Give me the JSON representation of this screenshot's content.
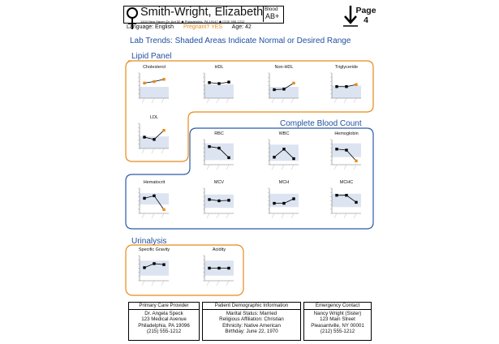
{
  "patient": {
    "name": "Smith-Wright, Elizabeth",
    "address": "1444 New Haven Dr, Apt 50 ◆ Philadelphia, PA 19147 ◆ (215) 555-1212",
    "blood_label": "Blood",
    "blood_type": "AB+",
    "language": "Language: English",
    "pregnant": "Pregnant? YES",
    "age": "Age: 42",
    "sex_icon": "female-symbol-icon"
  },
  "page": {
    "label": "Page",
    "number": "4",
    "icon": "download-arrow-icon"
  },
  "title": "Lab Trends: Shaded Areas Indicate Normal or Desired Range",
  "sections": {
    "lipid": "Lipid Panel",
    "cbc": "Complete Blood Count",
    "urinalysis": "Urinalysis"
  },
  "colors": {
    "accent_blue": "#1f4f9f",
    "orange": "#e88a19",
    "normal_band": "#dde4f1",
    "line": "#000000"
  },
  "chart_data": [
    {
      "id": "cholesterol",
      "type": "line",
      "title": "Cholesterol",
      "ylim": [
        0,
        100
      ],
      "normal_range": [
        0,
        45
      ],
      "values": [
        60,
        66,
        75
      ],
      "point_colors": [
        "orange",
        "orange",
        "orange"
      ],
      "yticks": [
        "",
        "",
        "",
        "",
        "",
        "",
        ""
      ],
      "xticks": [
        "",
        "",
        ""
      ]
    },
    {
      "id": "hdl",
      "type": "line",
      "title": "HDL",
      "ylim": [
        0,
        100
      ],
      "normal_range": [
        0,
        55
      ],
      "values": [
        62,
        58,
        64
      ],
      "point_colors": [
        "black",
        "black",
        "black"
      ],
      "yticks": [
        "",
        "",
        "",
        "",
        "",
        "",
        ""
      ],
      "xticks": [
        "",
        "",
        ""
      ]
    },
    {
      "id": "non_hdl",
      "type": "line",
      "title": "Non-HDL",
      "ylim": [
        0,
        100
      ],
      "normal_range": [
        0,
        45
      ],
      "values": [
        34,
        36,
        60
      ],
      "point_colors": [
        "black",
        "black",
        "orange"
      ],
      "yticks": [
        "",
        "",
        "",
        "",
        "",
        "",
        ""
      ],
      "xticks": [
        "",
        "",
        ""
      ]
    },
    {
      "id": "triglyceride",
      "type": "line",
      "title": "Triglyceride",
      "ylim": [
        0,
        100
      ],
      "normal_range": [
        0,
        50
      ],
      "values": [
        46,
        46,
        54
      ],
      "point_colors": [
        "black",
        "black",
        "orange"
      ],
      "yticks": [
        "",
        "",
        "",
        "",
        "",
        "",
        ""
      ],
      "xticks": [
        "",
        "",
        ""
      ]
    },
    {
      "id": "ldl",
      "type": "line",
      "title": "LDL",
      "ylim": [
        0,
        100
      ],
      "normal_range": [
        0,
        48
      ],
      "values": [
        45,
        36,
        72
      ],
      "point_colors": [
        "black",
        "black",
        "orange"
      ],
      "yticks": [
        "",
        "",
        "",
        "",
        "",
        "",
        ""
      ],
      "xticks": [
        "",
        "",
        ""
      ]
    },
    {
      "id": "rbc",
      "type": "line",
      "title": "RBC",
      "ylim": [
        0,
        100
      ],
      "normal_range": [
        18,
        85
      ],
      "values": [
        72,
        66,
        28
      ],
      "point_colors": [
        "black",
        "black",
        "black"
      ],
      "yticks": [
        "",
        "",
        "",
        "",
        "",
        "",
        ""
      ],
      "xticks": [
        "",
        "",
        ""
      ]
    },
    {
      "id": "wbc",
      "type": "line",
      "title": "WBC",
      "ylim": [
        0,
        100
      ],
      "normal_range": [
        15,
        80
      ],
      "values": [
        30,
        62,
        24
      ],
      "point_colors": [
        "black",
        "black",
        "black"
      ],
      "yticks": [
        "",
        "",
        "",
        "",
        "",
        "",
        ""
      ],
      "xticks": [
        "",
        "",
        ""
      ]
    },
    {
      "id": "hemoglobin",
      "type": "line",
      "title": "Hemoglobin",
      "ylim": [
        0,
        100
      ],
      "normal_range": [
        30,
        85
      ],
      "values": [
        62,
        58,
        15
      ],
      "point_colors": [
        "black",
        "black",
        "orange"
      ],
      "yticks": [
        "",
        "",
        "",
        "",
        "",
        "",
        ""
      ],
      "xticks": [
        "",
        "",
        ""
      ]
    },
    {
      "id": "hematocrit",
      "type": "line",
      "title": "Hematocrit",
      "ylim": [
        0,
        100
      ],
      "normal_range": [
        35,
        80
      ],
      "values": [
        60,
        70,
        15
      ],
      "point_colors": [
        "black",
        "black",
        "orange"
      ],
      "yticks": [
        "",
        "",
        "",
        "",
        "",
        "",
        ""
      ],
      "xticks": [
        "",
        "",
        ""
      ]
    },
    {
      "id": "mcv",
      "type": "line",
      "title": "MCV",
      "ylim": [
        0,
        100
      ],
      "normal_range": [
        22,
        75
      ],
      "values": [
        55,
        50,
        52
      ],
      "point_colors": [
        "black",
        "black",
        "black"
      ],
      "yticks": [
        "",
        "",
        "",
        "",
        "",
        "",
        ""
      ],
      "xticks": [
        "",
        "",
        ""
      ]
    },
    {
      "id": "mch",
      "type": "line",
      "title": "MCH",
      "ylim": [
        0,
        100
      ],
      "normal_range": [
        25,
        78
      ],
      "values": [
        40,
        40,
        58
      ],
      "point_colors": [
        "black",
        "black",
        "black"
      ],
      "yticks": [
        "",
        "",
        "",
        "",
        "",
        "",
        ""
      ],
      "xticks": [
        "",
        "",
        ""
      ]
    },
    {
      "id": "mchc",
      "type": "line",
      "title": "MCHC",
      "ylim": [
        0,
        100
      ],
      "normal_range": [
        25,
        78
      ],
      "values": [
        72,
        72,
        44
      ],
      "point_colors": [
        "black",
        "black",
        "black"
      ],
      "yticks": [
        "",
        "",
        "",
        "",
        "",
        "",
        ""
      ],
      "xticks": [
        "",
        "",
        ""
      ]
    },
    {
      "id": "specific_gravity",
      "type": "line",
      "title": "Specific Gravity",
      "ylim": [
        0,
        100
      ],
      "normal_range": [
        20,
        80
      ],
      "values": [
        52,
        68,
        64
      ],
      "point_colors": [
        "black",
        "black",
        "black"
      ],
      "yticks": [
        "",
        "",
        "",
        "",
        "",
        "",
        ""
      ],
      "xticks": [
        "",
        "",
        ""
      ]
    },
    {
      "id": "acidity",
      "type": "line",
      "title": "Acidity",
      "ylim": [
        0,
        100
      ],
      "normal_range": [
        20,
        80
      ],
      "values": [
        50,
        50,
        50
      ],
      "point_colors": [
        "black",
        "black",
        "black"
      ],
      "yticks": [
        "",
        "",
        "",
        "",
        "",
        "",
        ""
      ],
      "xticks": [
        "",
        "",
        ""
      ]
    }
  ],
  "footer": {
    "provider": {
      "title": "Primary Care Provider",
      "lines": [
        "Dr. Angela Speck",
        "123 Medical Avenue",
        "Philadelphia, PA 19096",
        "(215) 555-1212"
      ]
    },
    "demographic": {
      "title": "Patient Demographic Information",
      "lines": [
        "Marital Status: Married",
        "Religious Affiliation: Christian",
        "Ethnicity: Native American",
        "Birthday: June 22, 1970"
      ]
    },
    "emergency": {
      "title": "Emergency Contact",
      "lines": [
        "Nancy Wright (Sister)",
        "123 Main Street",
        "Pleasantville, NY 00001",
        "(212) 555-1212"
      ]
    }
  }
}
